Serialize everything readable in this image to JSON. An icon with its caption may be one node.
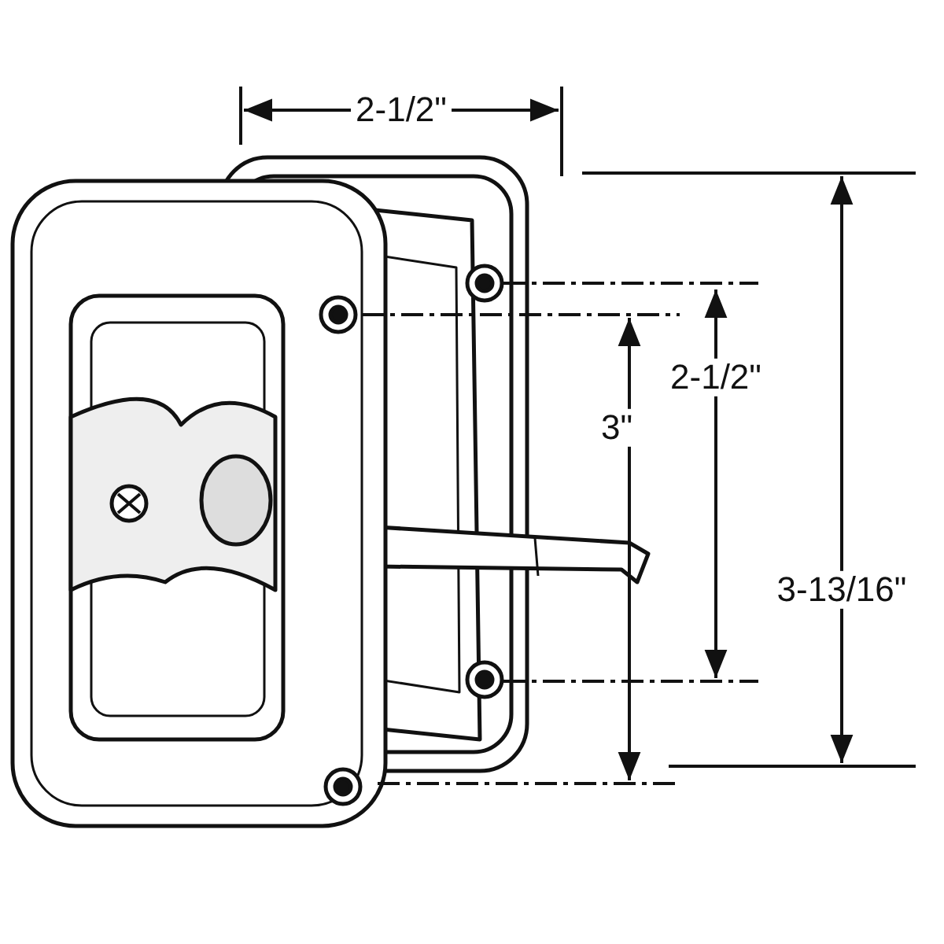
{
  "diagram": {
    "labels": [
      "2-1/2\"",
      "2-1/2\"",
      "3\"",
      "3-13/16\""
    ]
  }
}
